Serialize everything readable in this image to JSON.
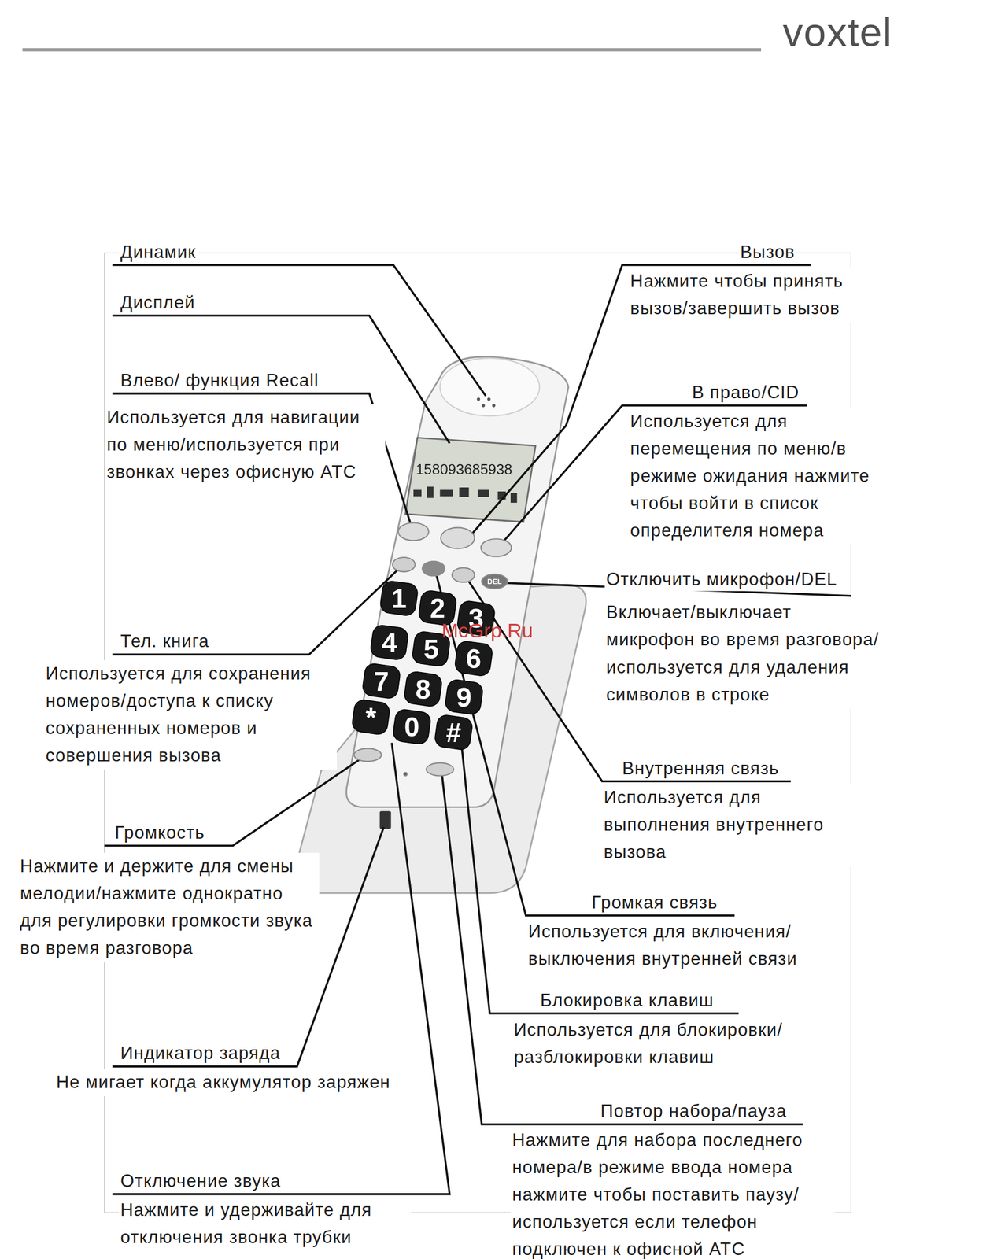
{
  "diagram": {
    "labels": [
      "voxtel",
      "Динамик",
      "Вызов",
      "Нажмите чтобы принять вызов/завершить вызов",
      "Дисплей",
      "Влево/ функция Recall",
      "Используется для навигации по меню/используется при звонках через офисную АТС",
      "В право/CID",
      "Используется для перемещения по меню/в режиме ожидания нажмите чтобы войти в список определителя номера",
      "158093685938",
      "Отключить микрофон/DEL",
      "Включает/выключает микрофон во время разговора/используется для удаления символов в строке",
      "Тел. книга",
      "Используется для сохранения номеров/доступа к списку сохраненных номеров и совершения вызова",
      "Громкость",
      "Нажмите и держите для смены мелодии/нажмите однократно для регулировки громкости звука во время разговора",
      "Внутренняя связь",
      "Используется для выполнения внутреннего вызова",
      "Громкая связь",
      "Используется для включения/выключения внутренней связи",
      "Блокировка клавиш",
      "Используется для блокировки/разблокировки клавиш",
      "Индикатор заряда",
      "Не мигает когда аккумулятор заряжен",
      "Повтор набора/пауза",
      "Нажмите для набора последнего номера/в режиме ввода номера нажмите чтобы поставить паузу/используется если телефон подключен к офисной АТС",
      "Отключение звука",
      "Нажмите и удерживайте для отключения звонка трубки",
      "DEL",
      "1",
      "2",
      "3",
      "4",
      "5",
      "6",
      "7",
      "8",
      "9",
      "*",
      "0",
      "#",
      "McGrp.Ru"
    ]
  }
}
